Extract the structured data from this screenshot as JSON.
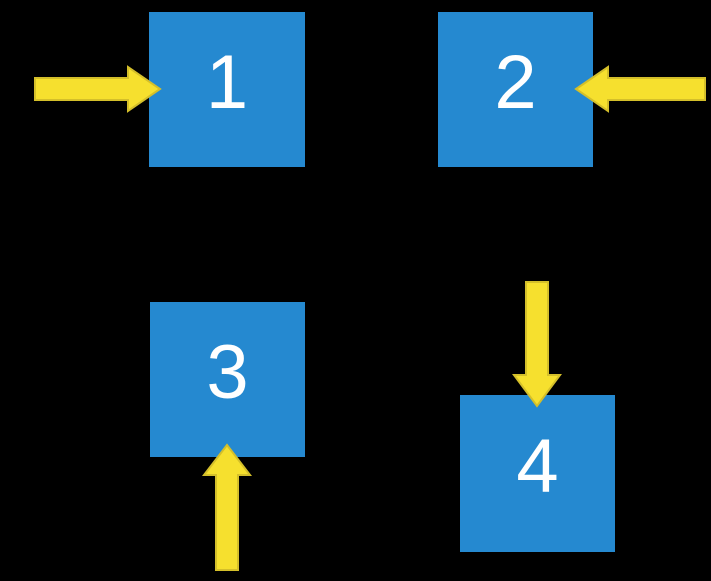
{
  "title": "Four numbered blue boxes with yellow directional arrows",
  "colors": {
    "background": "#000000",
    "box": "#2589d0",
    "box_text": "#ffffff",
    "arrow": "#f6e02e",
    "arrow_border": "#d4bf2a"
  },
  "boxes": [
    {
      "label": "1",
      "arrow_direction": "right",
      "arrow_enters_side": "left"
    },
    {
      "label": "2",
      "arrow_direction": "left",
      "arrow_enters_side": "right"
    },
    {
      "label": "3",
      "arrow_direction": "up",
      "arrow_enters_side": "bottom"
    },
    {
      "label": "4",
      "arrow_direction": "down",
      "arrow_enters_side": "top"
    }
  ]
}
